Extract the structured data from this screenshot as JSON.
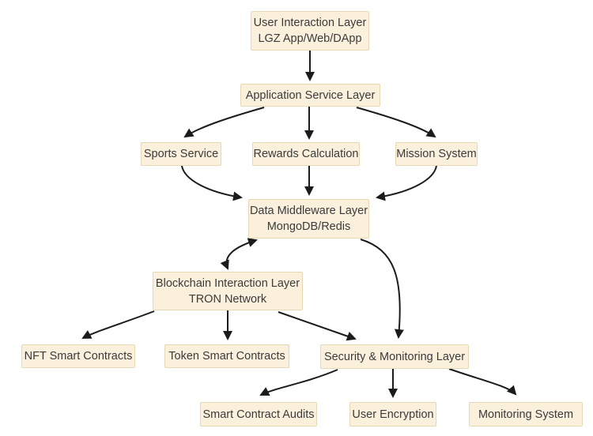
{
  "diagram": {
    "type": "flowchart",
    "nodes": {
      "user_interaction": {
        "line1": "User Interaction Layer",
        "line2": "LGZ App/Web/DApp"
      },
      "app_service": {
        "label": "Application Service Layer"
      },
      "sports_service": {
        "label": "Sports Service"
      },
      "rewards_calculation": {
        "label": "Rewards Calculation"
      },
      "mission_system": {
        "label": "Mission System"
      },
      "data_middleware": {
        "line1": "Data Middleware Layer",
        "line2": "MongoDB/Redis"
      },
      "blockchain_interaction": {
        "line1": "Blockchain Interaction Layer",
        "line2": "TRON Network"
      },
      "nft_contracts": {
        "label": "NFT Smart Contracts"
      },
      "token_contracts": {
        "label": "Token Smart Contracts"
      },
      "security_monitoring": {
        "label": "Security & Monitoring Layer"
      },
      "contract_audits": {
        "label": "Smart Contract Audits"
      },
      "user_encryption": {
        "label": "User Encryption"
      },
      "monitoring_system": {
        "label": "Monitoring System"
      }
    },
    "edges": [
      {
        "from": "user_interaction",
        "to": "app_service",
        "direction": "one-way"
      },
      {
        "from": "app_service",
        "to": "sports_service",
        "direction": "one-way"
      },
      {
        "from": "app_service",
        "to": "rewards_calculation",
        "direction": "one-way"
      },
      {
        "from": "app_service",
        "to": "mission_system",
        "direction": "one-way"
      },
      {
        "from": "sports_service",
        "to": "data_middleware",
        "direction": "one-way"
      },
      {
        "from": "rewards_calculation",
        "to": "data_middleware",
        "direction": "one-way"
      },
      {
        "from": "mission_system",
        "to": "data_middleware",
        "direction": "one-way"
      },
      {
        "from": "data_middleware",
        "to": "blockchain_interaction",
        "direction": "two-way"
      },
      {
        "from": "data_middleware",
        "to": "security_monitoring",
        "direction": "one-way"
      },
      {
        "from": "blockchain_interaction",
        "to": "nft_contracts",
        "direction": "one-way"
      },
      {
        "from": "blockchain_interaction",
        "to": "token_contracts",
        "direction": "one-way"
      },
      {
        "from": "blockchain_interaction",
        "to": "security_monitoring",
        "direction": "one-way"
      },
      {
        "from": "security_monitoring",
        "to": "contract_audits",
        "direction": "one-way"
      },
      {
        "from": "security_monitoring",
        "to": "user_encryption",
        "direction": "one-way"
      },
      {
        "from": "security_monitoring",
        "to": "monitoring_system",
        "direction": "one-way"
      }
    ],
    "colors": {
      "node_fill": "#faf0dc",
      "node_border": "#e6d8b4",
      "text": "#3b3b3b",
      "arrow": "#1b1b1b",
      "background": "#ffffff"
    }
  }
}
